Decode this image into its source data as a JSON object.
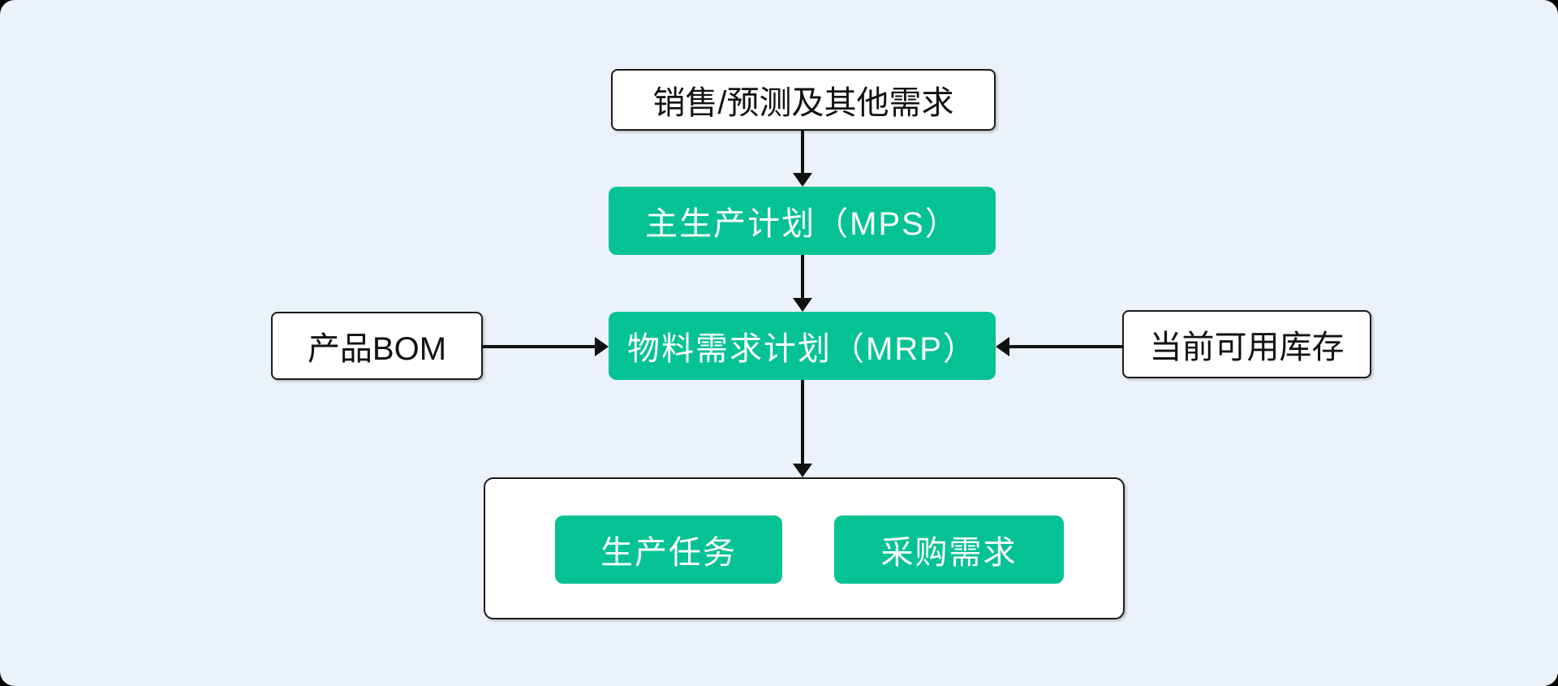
{
  "colors": {
    "background": "#ebf2fb",
    "frame": "#000000",
    "node_green": "#05c294",
    "node_white": "#ffffff",
    "node_border": "#1b1b1b",
    "arrow": "#111111",
    "text_dark": "#111111",
    "text_light": "#ffffff"
  },
  "diagram": {
    "type": "flowchart",
    "nodes": {
      "demand": {
        "label": "销售/预测及其他需求",
        "style": "white"
      },
      "mps": {
        "label": "主生产计划（MPS）",
        "style": "green"
      },
      "mrp": {
        "label": "物料需求计划（MRP）",
        "style": "green"
      },
      "bom": {
        "label": "产品BOM",
        "style": "white"
      },
      "inventory": {
        "label": "当前可用库存",
        "style": "white"
      },
      "production_task": {
        "label": "生产任务",
        "style": "green"
      },
      "purchase_demand": {
        "label": "采购需求",
        "style": "green"
      }
    },
    "groups": [
      {
        "id": "outputs",
        "label": "",
        "children": [
          "production_task",
          "purchase_demand"
        ]
      }
    ],
    "edges": [
      {
        "from": "demand",
        "to": "mps",
        "direction": "down"
      },
      {
        "from": "mps",
        "to": "mrp",
        "direction": "down"
      },
      {
        "from": "bom",
        "to": "mrp",
        "direction": "right"
      },
      {
        "from": "inventory",
        "to": "mrp",
        "direction": "left"
      },
      {
        "from": "mrp",
        "to": "outputs",
        "direction": "down"
      }
    ]
  }
}
